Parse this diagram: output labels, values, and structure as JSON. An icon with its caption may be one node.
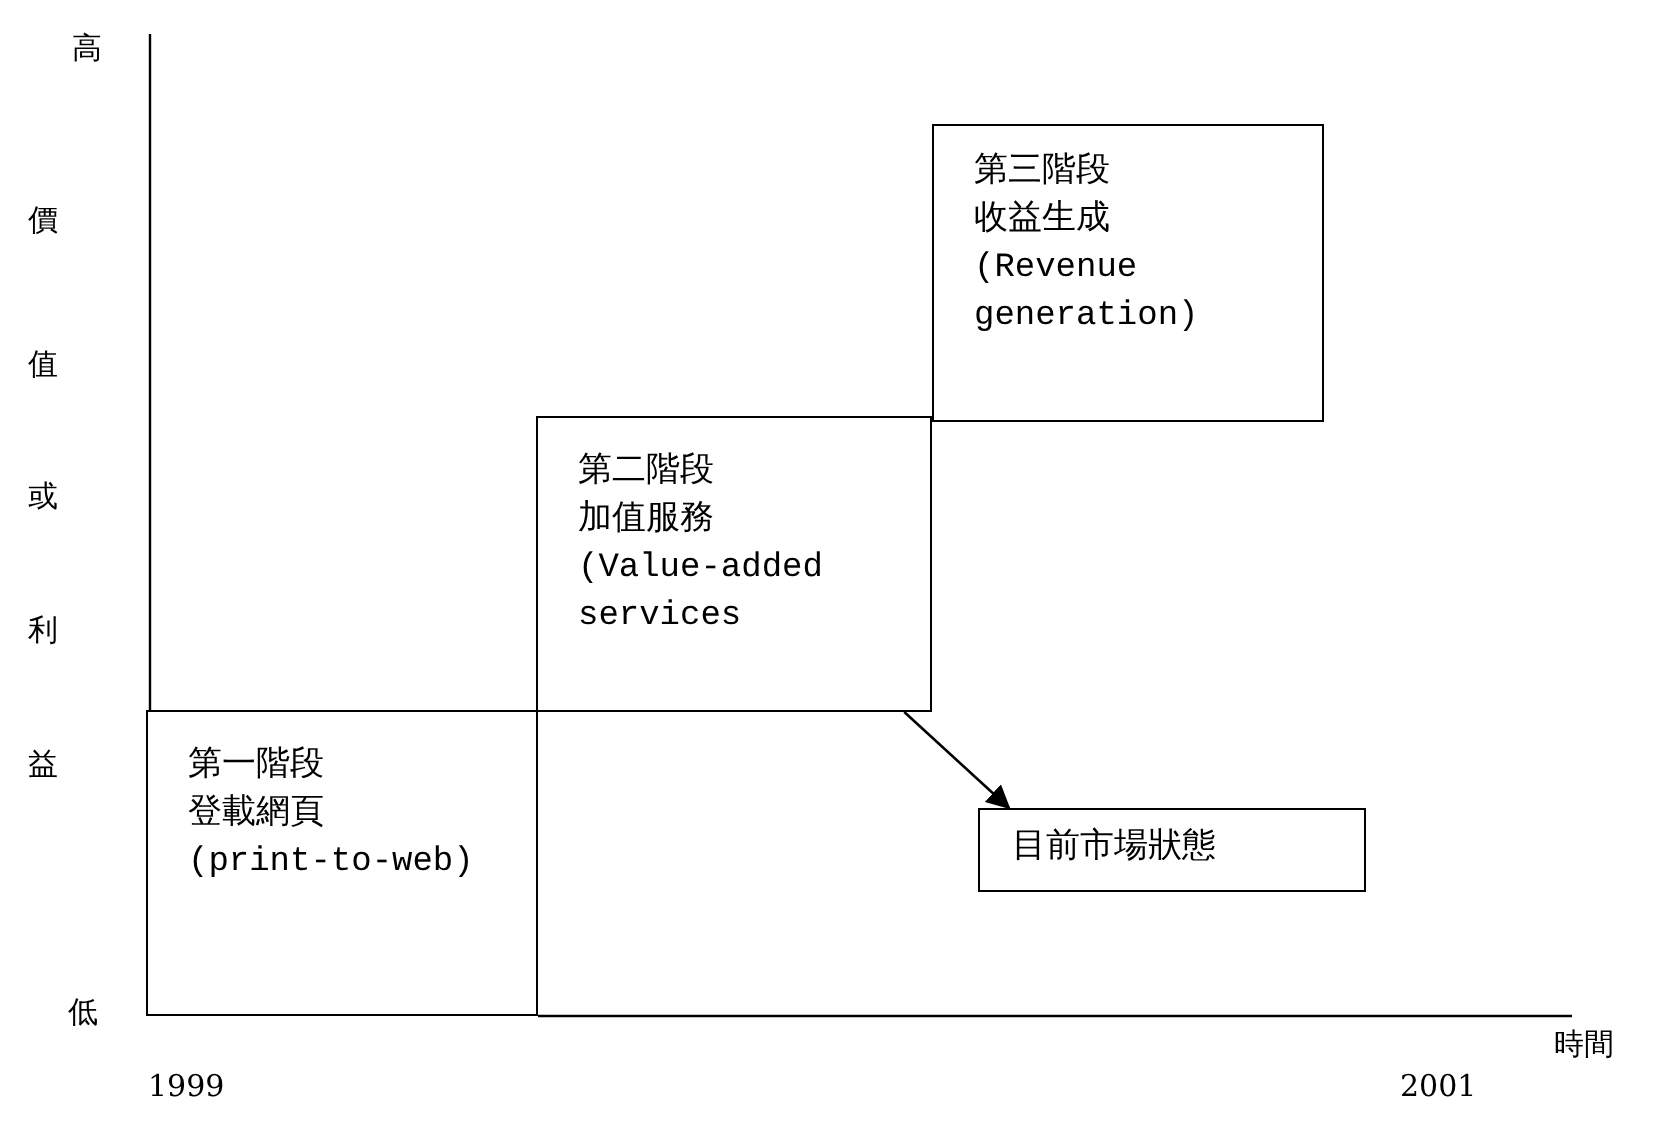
{
  "diagram": {
    "nodes": [
      {
        "text": [
          "第一階段",
          "登載網頁",
          "(print-to-web)"
        ]
      },
      {
        "text": [
          "第二階段",
          "加值服務",
          "(Value-added services"
        ]
      },
      {
        "text": [
          "第三階段",
          "收益生成",
          "(Revenue generation)"
        ]
      },
      {
        "text": [
          "目前市場狀態"
        ]
      }
    ],
    "edges": [
      {
        "from": 1,
        "to": 3,
        "arrow": "to"
      }
    ],
    "labels": [
      "高",
      "價",
      "值",
      "或",
      "利",
      "益",
      "低",
      "時間",
      "1999",
      "2001"
    ]
  }
}
